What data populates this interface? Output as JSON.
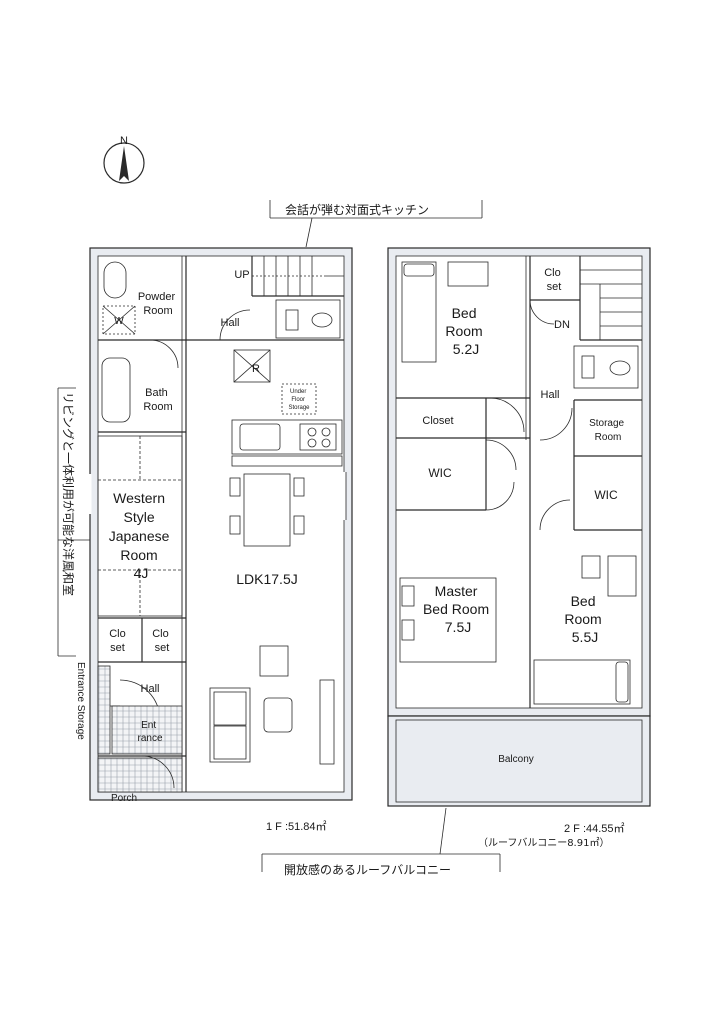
{
  "compass": {
    "north_label": "N"
  },
  "captions": {
    "kitchen": "会話が弾む対面式キッチン",
    "living": "リビングと一体利用が可能な洋風和室",
    "roof_balcony": "開放感のあるルーフバルコニー"
  },
  "floor1": {
    "area": "1 F :51.84㎡",
    "rooms": {
      "powder": [
        "Powder",
        "Room"
      ],
      "w": "W",
      "up": "UP",
      "hall_top": "Hall",
      "r": "R",
      "bath": [
        "Bath",
        "Room"
      ],
      "under_floor": [
        "Under",
        "Floor",
        "Storage"
      ],
      "western": [
        "Western",
        "Style",
        "Japanese",
        "Room",
        "4J"
      ],
      "ldk": "LDK17.5J",
      "closet1": [
        "Clo",
        "set"
      ],
      "closet2": [
        "Clo",
        "set"
      ],
      "entrance_storage": "Entrance Storage",
      "hall_entry": "Hall",
      "entrance": [
        "Ent",
        "rance"
      ],
      "porch": "Porch"
    }
  },
  "floor2": {
    "area": "2 F :44.55㎡",
    "roof_area": "（ルーフバルコニー8.91㎡）",
    "rooms": {
      "bed1": [
        "Bed",
        "Room",
        "5.2J"
      ],
      "closet_top": [
        "Clo",
        "set"
      ],
      "dn": "DN",
      "hall": "Hall",
      "closet": "Closet",
      "storage": [
        "Storage",
        "Room"
      ],
      "wic1": "WIC",
      "wic2": "WIC",
      "master": [
        "Master",
        "Bed Room",
        "7.5J"
      ],
      "bed2": [
        "Bed",
        "Room",
        "5.5J"
      ],
      "balcony": "Balcony"
    }
  }
}
